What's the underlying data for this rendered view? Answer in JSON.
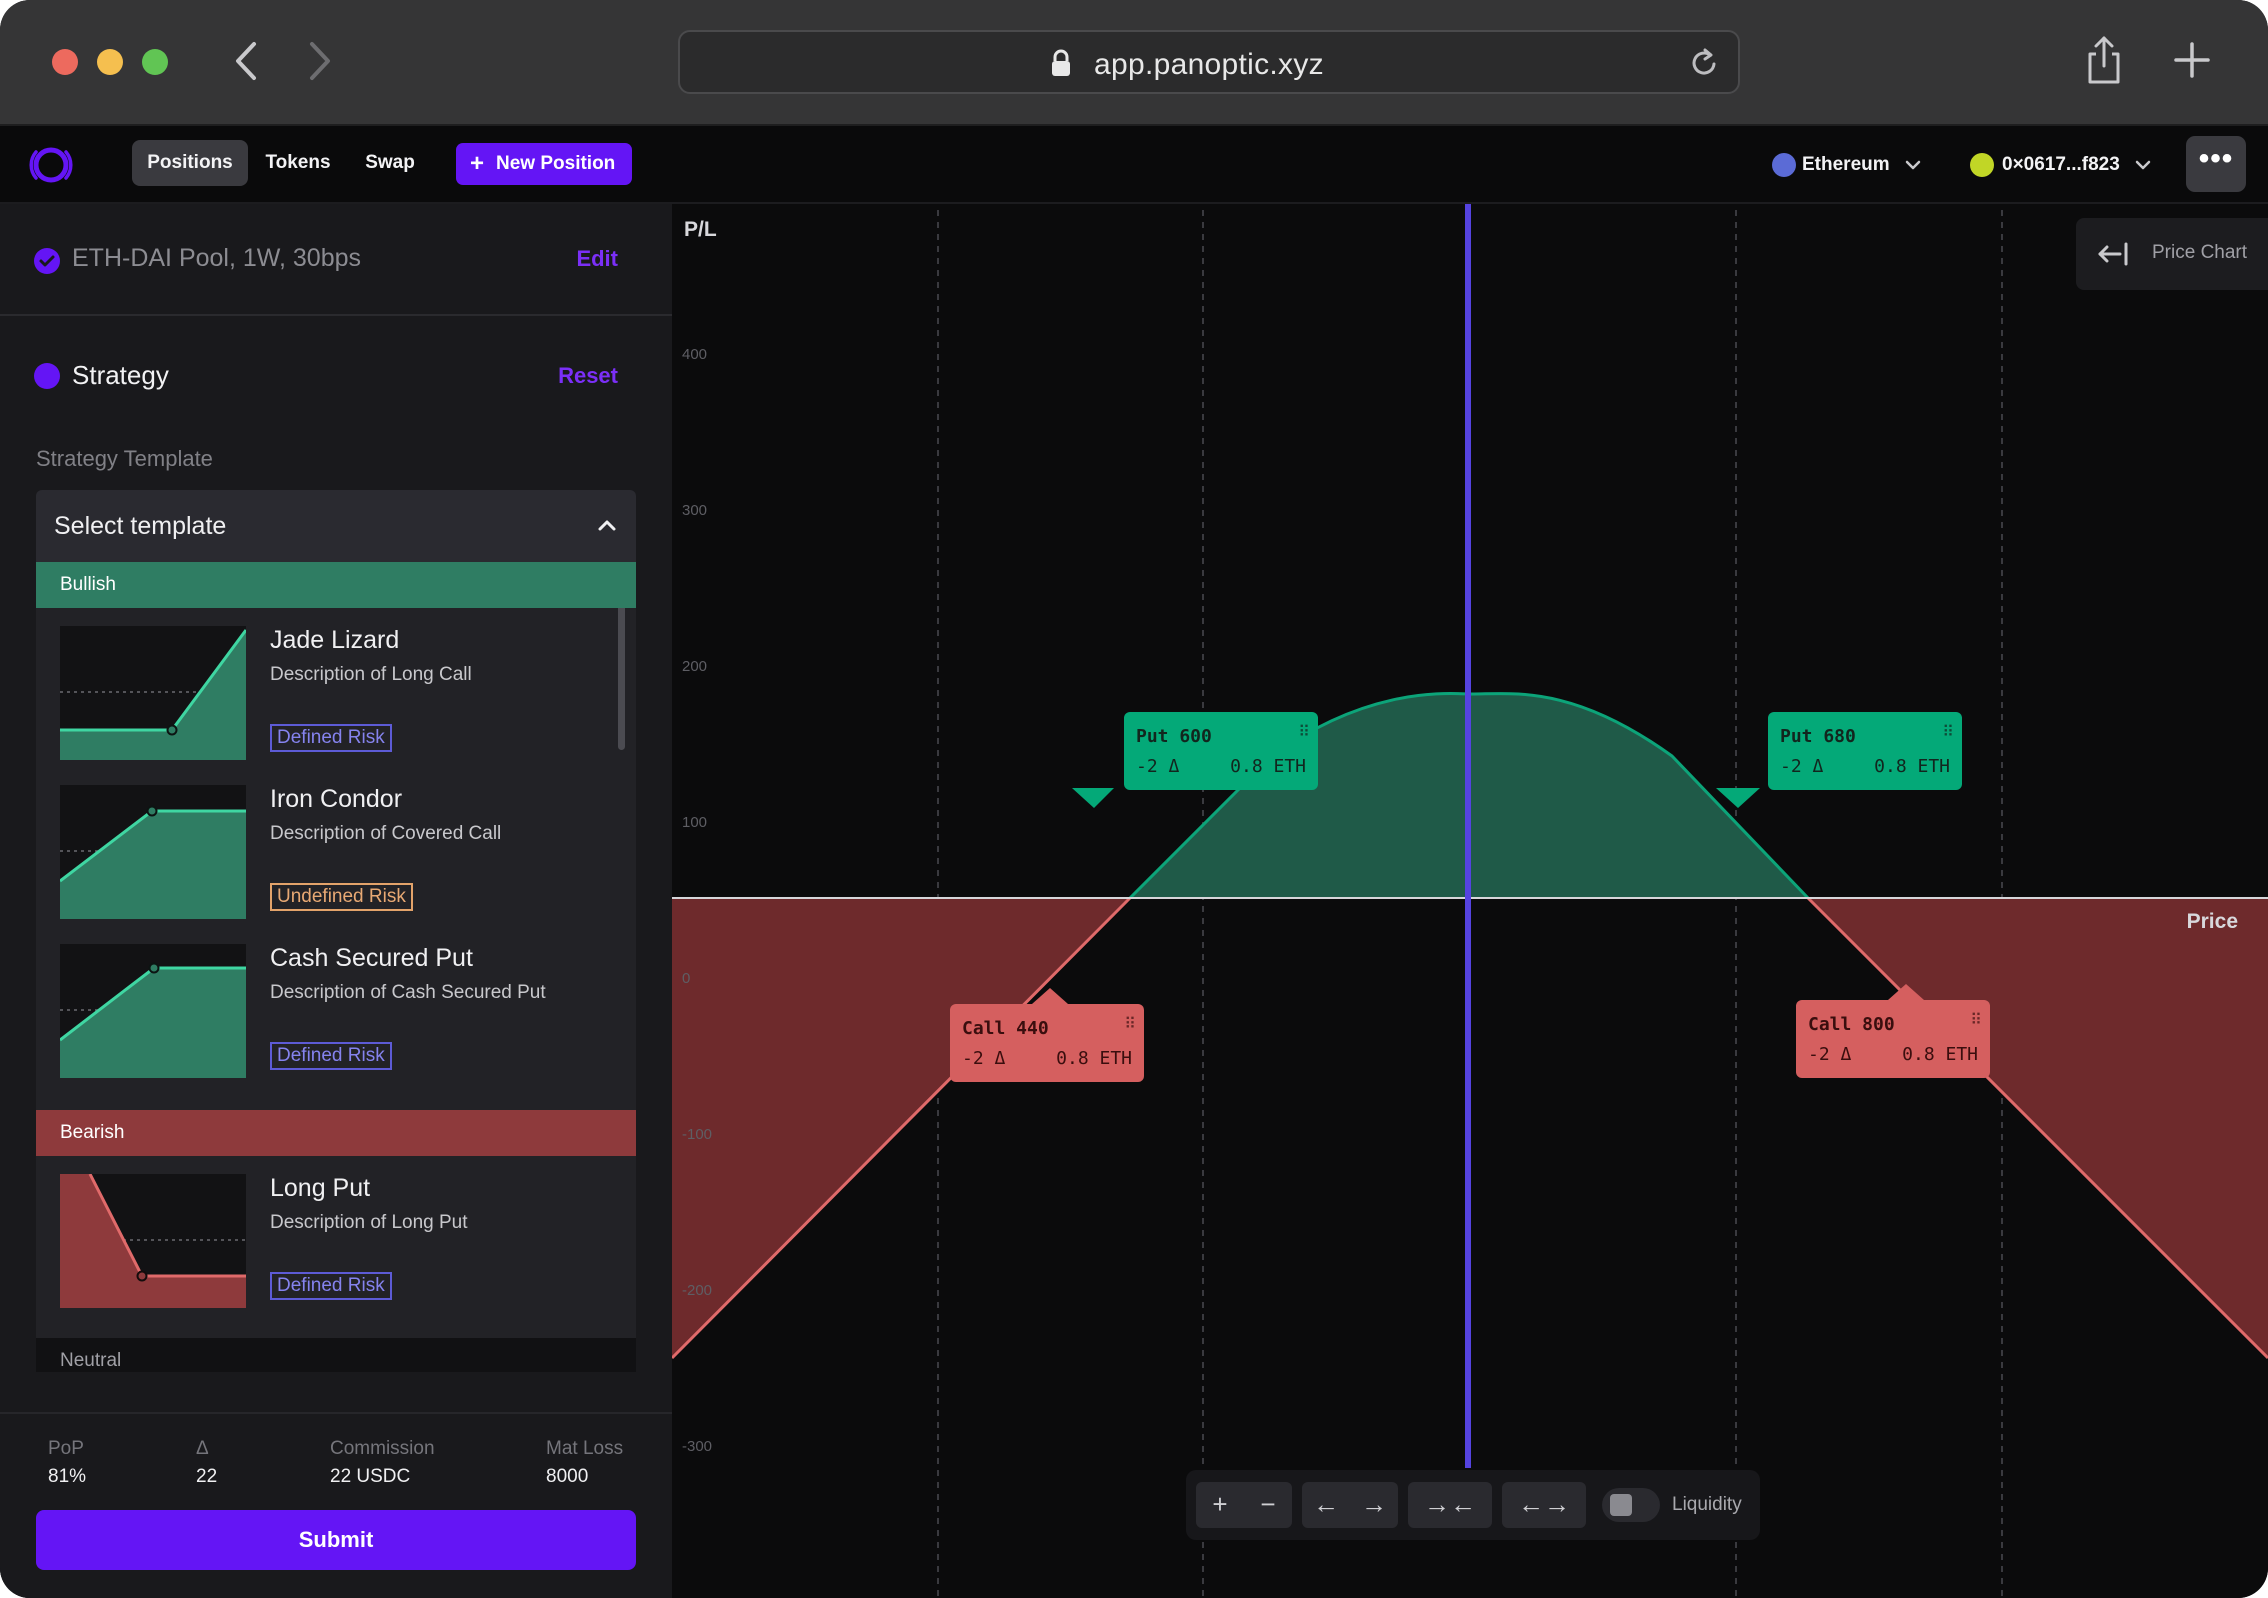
{
  "browser": {
    "url": "app.panoptic.xyz",
    "icons": {
      "back": "chevron-left-icon",
      "forward": "chevron-right-icon",
      "lock": "lock-icon",
      "reload": "reload-icon",
      "share": "share-icon",
      "new_tab": "plus-icon"
    }
  },
  "header": {
    "tabs": [
      {
        "label": "Positions",
        "active": true
      },
      {
        "label": "Tokens",
        "active": false
      },
      {
        "label": "Swap",
        "active": false
      }
    ],
    "new_position": "New Position",
    "network": "Ethereum",
    "wallet": "0×0617...f823",
    "colors": {
      "accent": "#6415f5",
      "network_dot": "#5b6bd6",
      "wallet_dot": "#c1d626"
    }
  },
  "sidebar": {
    "pool": "ETH-DAI Pool, 1W, 30bps",
    "edit": "Edit",
    "strategy": "Strategy",
    "reset": "Reset",
    "template_label": "Strategy Template",
    "select_template": "Select template",
    "categories": {
      "bullish": "Bullish",
      "bearish": "Bearish",
      "neutral": "Neutral"
    },
    "templates": [
      {
        "title": "Jade Lizard",
        "description": "Description of Long Call",
        "risk": "Defined Risk"
      },
      {
        "title": "Iron Condor",
        "description": "Description of Covered Call",
        "risk": "Undefined Risk"
      },
      {
        "title": "Cash Secured Put",
        "description": "Description of Cash Secured Put",
        "risk": "Defined Risk"
      },
      {
        "title": "Long Put",
        "description": "Description of Long Put",
        "risk": "Defined Risk"
      }
    ],
    "stats": [
      {
        "label": "PoP",
        "value": "81%"
      },
      {
        "label": "Δ",
        "value": "22"
      },
      {
        "label": "Commission",
        "value": "22 USDC"
      },
      {
        "label": "Mat Loss",
        "value": "8000"
      }
    ],
    "submit": "Submit",
    "colors": {
      "bullish": "#2f7d63",
      "bearish": "#8e3a3c"
    }
  },
  "chart": {
    "y_axis_label": "P/L",
    "x_axis_label": "Price",
    "price_chart_button": "Price Chart",
    "y_ticks": [
      "400",
      "300",
      "200",
      "100",
      "0",
      "-100",
      "-200",
      "-300"
    ],
    "legs": [
      {
        "name": "Put 600",
        "delta": "-2 Δ",
        "size": "0.8 ETH",
        "kind": "put"
      },
      {
        "name": "Put 680",
        "delta": "-2 Δ",
        "size": "0.8 ETH",
        "kind": "put"
      },
      {
        "name": "Call 440",
        "delta": "-2 Δ",
        "size": "0.8 ETH",
        "kind": "call"
      },
      {
        "name": "Call 800",
        "delta": "-2 Δ",
        "size": "0.8 ETH",
        "kind": "call"
      }
    ],
    "toolbar": {
      "zoom_in": "+",
      "zoom_out": "−",
      "pan_left": "←",
      "pan_right": "→",
      "compress": "→←",
      "expand": "←→",
      "liquidity": "Liquidity"
    },
    "colors": {
      "profit": "#1f6a54",
      "loss": "#6e2a2c",
      "current_price": "#5543e0"
    }
  }
}
